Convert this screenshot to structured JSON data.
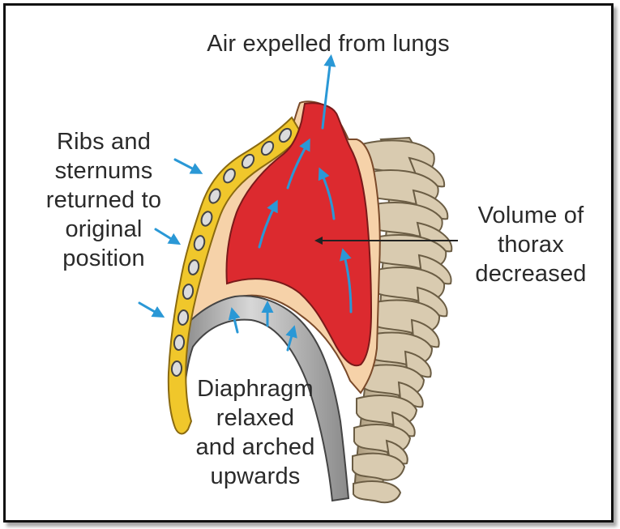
{
  "diagram": {
    "labels": {
      "air_expelled": "Air expelled from lungs",
      "ribs_sternum": "Ribs and\nsternums\nreturned to\noriginal\nposition",
      "volume_thorax": "Volume of\nthorax\ndecreased",
      "diaphragm": "Diaphragm\nrelaxed\nand arched\nupwards"
    },
    "colors": {
      "lung": "#dc2a2f",
      "lung_outline": "#7a1a1a",
      "tissue": "#f6d2a9",
      "rib": "#f0c72b",
      "rib_outline": "#8a6a10",
      "diaphragm": "#b9b9b9",
      "vertebra": "#cbbd9f",
      "arrow_blue": "#2a98d6",
      "pointer": "#222222"
    }
  }
}
